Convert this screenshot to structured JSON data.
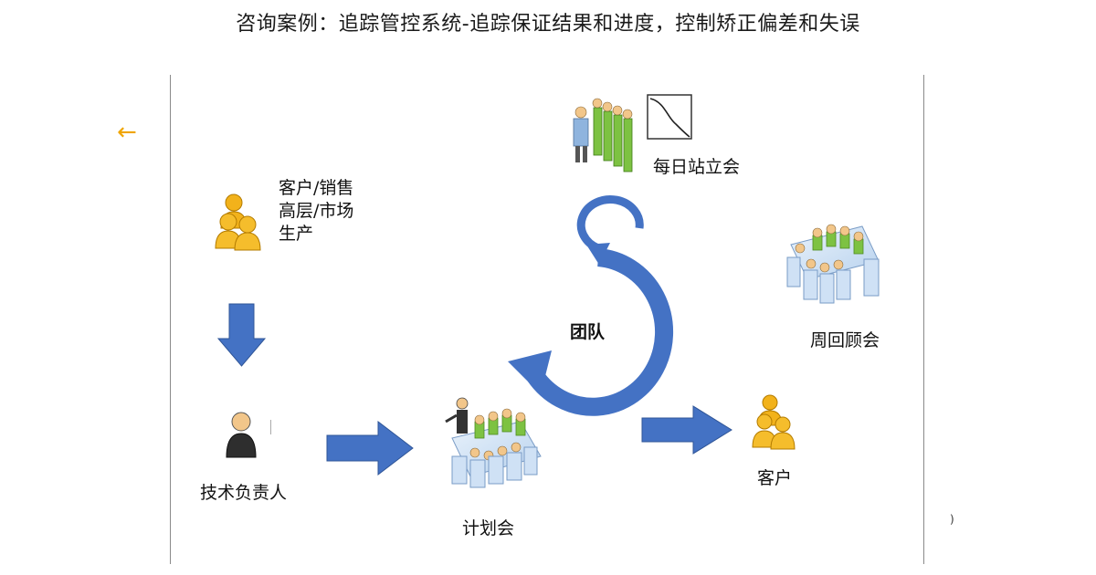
{
  "title": "咨询案例：追踪管控系统-追踪保证结果和进度，控制矫正偏差和失误",
  "nav": {
    "back_icon": "left-arrow-icon",
    "back_symbol": "←"
  },
  "nodes": {
    "stakeholders": {
      "lines": [
        "客户/销售",
        "高层/市场",
        "生产"
      ]
    },
    "tech_lead": {
      "label": "技术负责人"
    },
    "planning_meeting": {
      "label": "计划会"
    },
    "team": {
      "label": "团队"
    },
    "daily_standup": {
      "label": "每日站立会"
    },
    "weekly_review": {
      "label": "周回顾会"
    },
    "customer": {
      "label": "客户"
    }
  },
  "stray_mark": ")",
  "colors": {
    "arrow": "#4472c4",
    "arrow_dark": "#2f5597",
    "person": "#f2b21b",
    "accent": "#f0a500",
    "team_shirt": "#7dc242"
  }
}
